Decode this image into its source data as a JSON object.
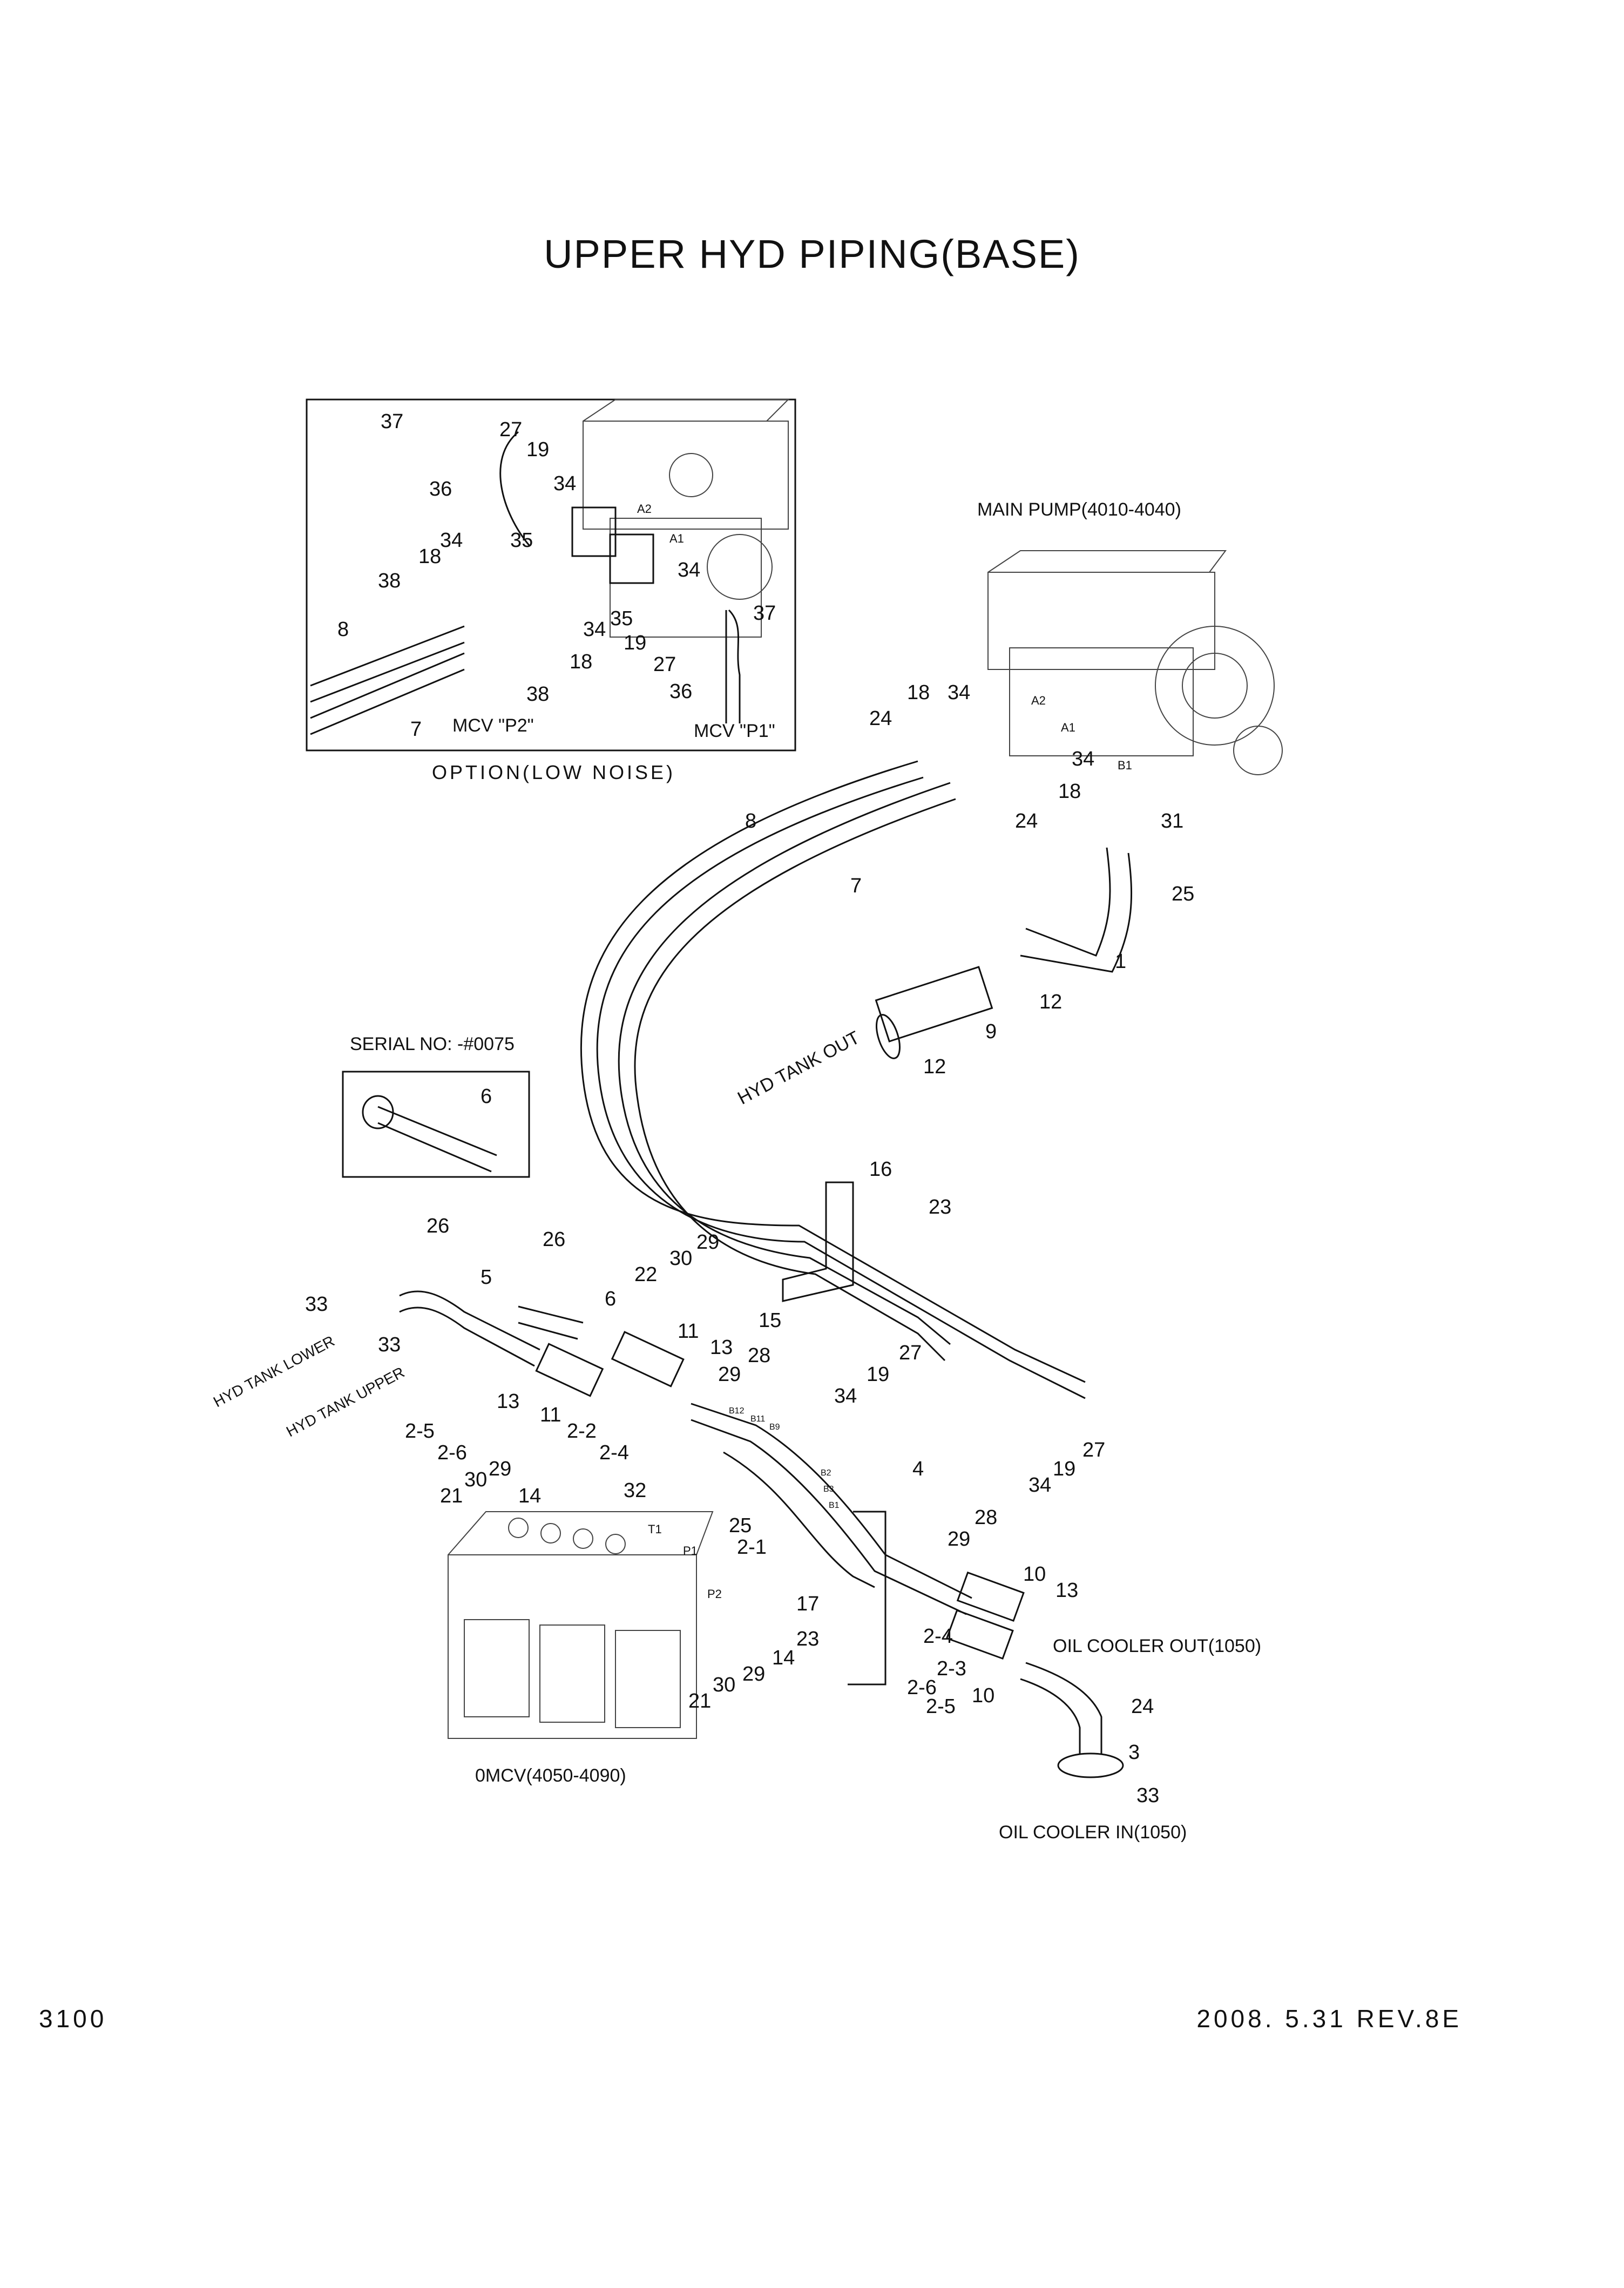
{
  "title": "UPPER HYD PIPING(BASE)",
  "inset": {
    "caption": "OPTION(LOW NOISE)",
    "mcv_p2": "MCV \"P2\"",
    "mcv_p1": "MCV \"P1\"",
    "port_a2": "A2",
    "port_a1": "A1",
    "callouts": [
      "37",
      "27",
      "19",
      "34",
      "36",
      "35",
      "34",
      "34",
      "18",
      "38",
      "35",
      "19",
      "34",
      "37",
      "8",
      "27",
      "18",
      "38",
      "36",
      "7"
    ]
  },
  "serial_box": {
    "caption": "SERIAL NO: -#0075",
    "callout": "6"
  },
  "labels": {
    "main_pump": "MAIN PUMP(4010-4040)",
    "mcv": "0MCV(4050-4090)",
    "hyd_tank_out": "HYD TANK OUT",
    "hyd_tank_lower": "HYD TANK LOWER",
    "hyd_tank_upper": "HYD TANK UPPER",
    "oil_cooler_out": "OIL COOLER OUT(1050)",
    "oil_cooler_in": "OIL COOLER IN(1050)",
    "port_a2": "A2",
    "port_a1": "A1",
    "port_b1": "B1",
    "port_t1": "T1",
    "port_p1": "P1",
    "port_p2": "P2",
    "port_b12": "B12",
    "port_b11": "B11",
    "port_b9": "B9",
    "port_b2": "B2",
    "port_b3": "B3",
    "port_b1_mcv": "B1"
  },
  "callouts_main": {
    "c18a": "18",
    "c34a": "34",
    "c24a": "24",
    "c34b": "34",
    "c18b": "18",
    "c24b": "24",
    "c8": "8",
    "c7": "7",
    "c31": "31",
    "c25a": "25",
    "c1": "1",
    "c12a": "12",
    "c9": "9",
    "c12b": "12",
    "c16": "16",
    "c23a": "23",
    "c29a": "29",
    "c30a": "30",
    "c22": "22",
    "c15": "15",
    "c26a": "26",
    "c26b": "26",
    "c5": "5",
    "c6": "6",
    "c33a": "33",
    "c33b": "33",
    "c11a": "11",
    "c13a": "13",
    "c11b": "11",
    "c13b": "13",
    "c28a": "28",
    "c29b": "29",
    "c27a": "27",
    "c19a": "19",
    "c34c": "34",
    "c19b": "19",
    "c27b": "27",
    "c34d": "34",
    "c2_5a": "2-5",
    "c2_6a": "2-6",
    "c2_2": "2-2",
    "c2_4a": "2-4",
    "c14a": "14",
    "c29c": "29",
    "c30b": "30",
    "c21a": "21",
    "c32": "32",
    "c25b": "25",
    "c4": "4",
    "c2_1": "2-1",
    "c28b": "28",
    "c29d": "29",
    "c10a": "10",
    "c13c": "13",
    "c17": "17",
    "c23b": "23",
    "c14b": "14",
    "c29e": "29",
    "c30c": "30",
    "c21b": "21",
    "c2_4b": "2-4",
    "c2_3": "2-3",
    "c2_6b": "2-6",
    "c2_5b": "2-5",
    "c10b": "10",
    "c24c": "24",
    "c3": "3",
    "c33c": "33"
  },
  "footer": {
    "page_number": "3100",
    "date_rev": "2008. 5.31  REV.8E"
  }
}
